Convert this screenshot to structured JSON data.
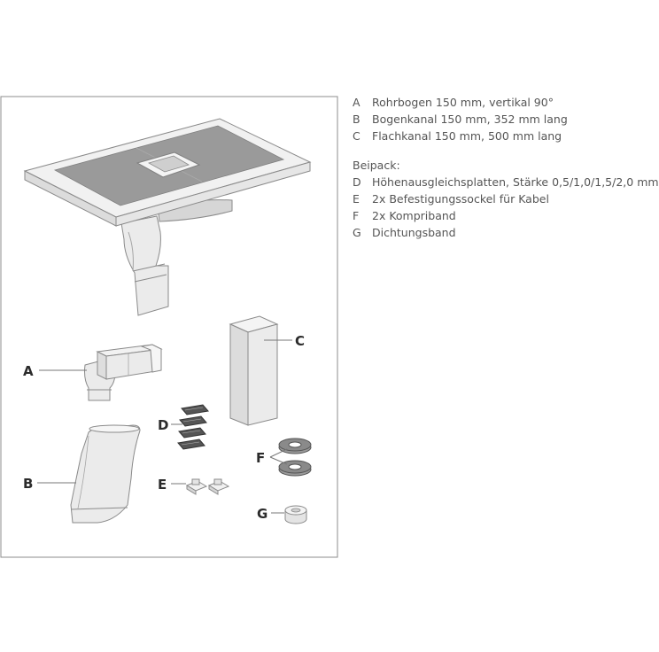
{
  "parts": [
    {
      "key": "A",
      "text": "Rohrbogen 150 mm, vertikal 90°"
    },
    {
      "key": "B",
      "text": "Bogenkanal 150 mm, 352 mm lang"
    },
    {
      "key": "C",
      "text": "Flachkanal 150 mm, 500 mm lang"
    }
  ],
  "package_heading": "Beipack:",
  "package_items": [
    {
      "key": "D",
      "text": "Höhenausgleichsplatten, Stärke 0,5/1,0/1,5/2,0 mm"
    },
    {
      "key": "E",
      "text": "2x Befestigungssockel für Kabel"
    },
    {
      "key": "F",
      "text": "2x Kompriband"
    },
    {
      "key": "G",
      "text": "Dichtungsband"
    }
  ],
  "diagram_labels": {
    "a": "A",
    "b": "B",
    "c": "C",
    "d": "D",
    "e": "E",
    "f": "F",
    "g": "G"
  },
  "colors": {
    "frame": "#888888",
    "part_fill": "#ebebeb",
    "line": "#8a8a8a",
    "cooktop_surface": "#9a9a9a",
    "text": "#555555"
  }
}
